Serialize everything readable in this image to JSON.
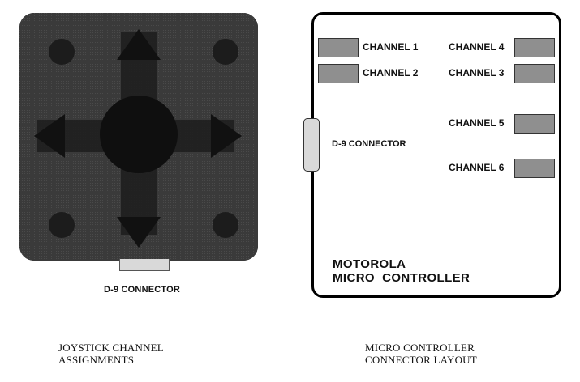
{
  "joystick": {
    "connector_label": "D-9 CONNECTOR",
    "caption_line1": "JOYSTICK CHANNEL",
    "caption_line2": "ASSIGNMENTS"
  },
  "micro_controller": {
    "channels": [
      {
        "label": "CHANNEL 1"
      },
      {
        "label": "CHANNEL 2"
      },
      {
        "label": "CHANNEL 4"
      },
      {
        "label": "CHANNEL 3"
      },
      {
        "label": "CHANNEL 5"
      },
      {
        "label": "CHANNEL 6"
      }
    ],
    "connector_label": "D-9 CONNECTOR",
    "name_line1": "MOTOROLA",
    "name_line2": "MICRO  CONTROLLER",
    "caption_line1": "MICRO CONTROLLER",
    "caption_line2": "CONNECTOR LAYOUT"
  },
  "colors": {
    "body_dark": "#3a3a3a",
    "pad_gray": "#8f8f8f",
    "connector_light": "#d9d9d9"
  }
}
